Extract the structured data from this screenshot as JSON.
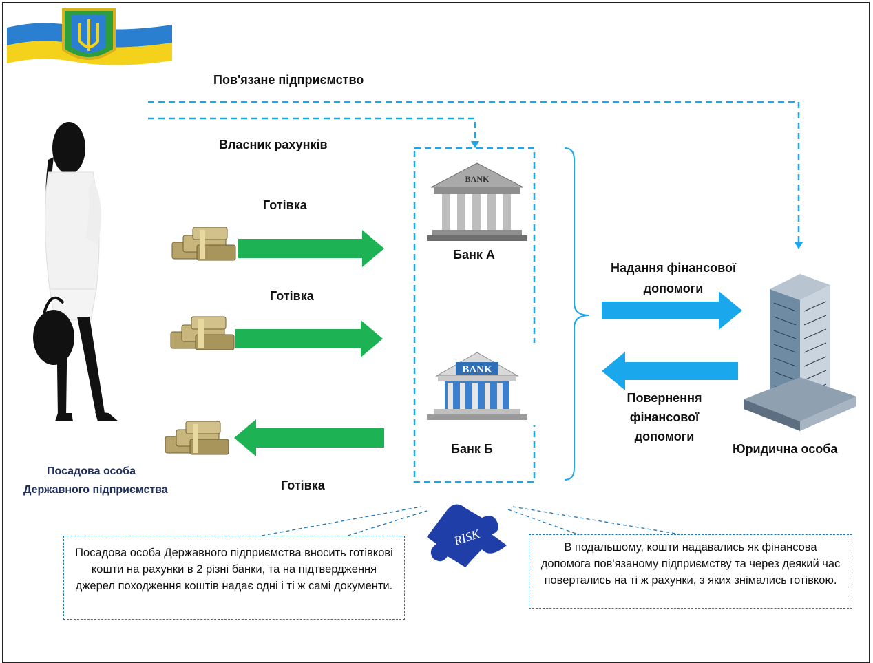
{
  "labels": {
    "related_enterprise": "Пов'язане підприємство",
    "account_owner": "Власник рахунків",
    "cash_1": "Готівка",
    "cash_2": "Готівка",
    "cash_3": "Готівка",
    "bank_a": "Банк А",
    "bank_b": "Банк Б",
    "provision": "Надання фінансової допомоги",
    "return": "Повернення фінансової допомоги",
    "legal_entity": "Юридична особа",
    "official_line1": "Посадова особа",
    "official_line2": "Державного підприємства",
    "bank_sign_a": "BANK",
    "bank_sign_b": "BANK",
    "risk": "RISK"
  },
  "notes": {
    "left": "Посадова особа Державного підприємства вносить готівкові кошти на рахунки в 2 різні банки, та на підтвердження джерел походження коштів надає одні і ті ж самі документи.",
    "right": "В подальшому, кошти надавались як фінансова допомога пов'язаному підприємству та через деякий час повертались на ті ж рахунки, з яких знімались готівкою."
  },
  "colors": {
    "green_arrow": "#1db254",
    "blue_arrow": "#1aa7ec",
    "dashed": "#1aa7ec",
    "flag_blue": "#2a7fd0",
    "flag_yellow": "#f4d21c"
  },
  "icons": [
    "flag-emblem-icon",
    "woman-figure-icon",
    "money-stack-icon",
    "bank-icon",
    "office-building-icon",
    "risk-puzzle-icon"
  ]
}
